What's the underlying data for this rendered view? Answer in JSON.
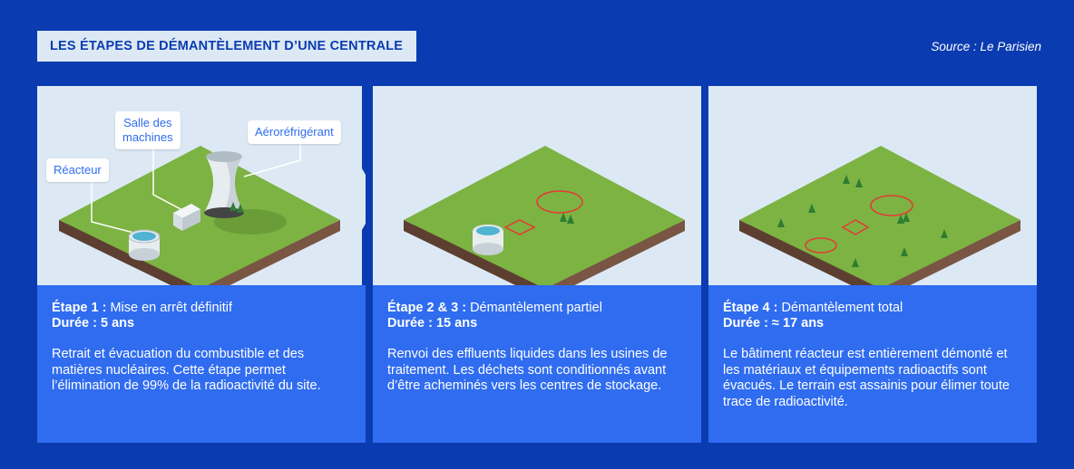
{
  "header": {
    "title": "LES ÉTAPES DE DÉMANTÈLEMENT D’UNE CENTRALE",
    "source": "Source : Le Parisien"
  },
  "colors": {
    "background": "#0b3bb0",
    "panel_light": "#dce9f5",
    "panel_text_bg": "#2f6cf0",
    "grass": "#7cb342",
    "soil": "#6d4c3d",
    "marker_red": "#e53935"
  },
  "panels": [
    {
      "step_label": "Étape 1 :",
      "step_text": "Mise en arrêt définitif",
      "duration": "Durée : 5 ans",
      "description": "Retrait et évacuation du combustible et des matières nucléaires. Cette étape permet l’élimination de 99% de la radioactivité du site.",
      "callouts": {
        "reactor": "Réacteur",
        "machines_1": "Salle des",
        "machines_2": "machines",
        "cooling": "Aéroréfrigérant"
      }
    },
    {
      "step_label": "Étape 2 & 3 :",
      "step_text": "Démantèlement partiel",
      "duration": "Durée : 15 ans",
      "description": "Renvoi des effluents liquides dans les usines de traitement. Les déchets sont conditionnés avant d’être acheminés vers les centres de stockage."
    },
    {
      "step_label": "Étape 4 :",
      "step_text": "Démantèlement total",
      "duration": "Durée : ≈ 17 ans",
      "description": "Le bâtiment réacteur est entièrement démonté et les matériaux et équipements radioactifs sont évacués. Le terrain est assainis pour élimer toute trace de radioactivité."
    }
  ]
}
